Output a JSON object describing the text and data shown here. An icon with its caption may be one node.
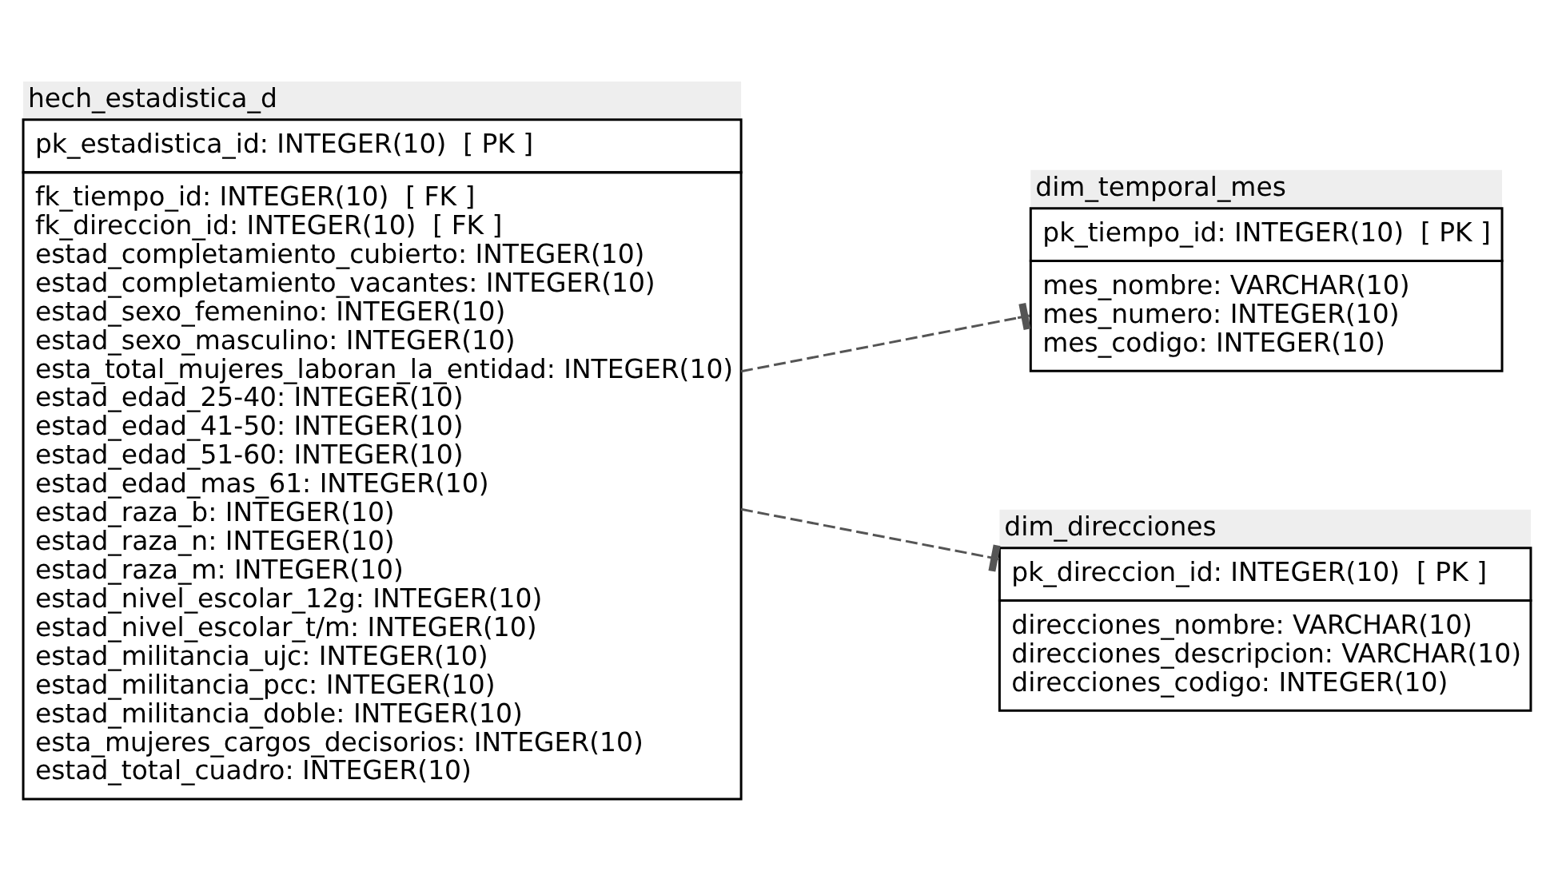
{
  "diagram": {
    "nodes": [
      {
        "text": [
          "hech_estadistica_d",
          "pk_estadistica_id: INTEGER(10)  [ PK ]",
          "fk_tiempo_id: INTEGER(10)  [ FK ]",
          "fk_direccion_id: INTEGER(10)  [ FK ]",
          "estad_completamiento_cubierto: INTEGER(10)",
          "estad_completamiento_vacantes: INTEGER(10)",
          "estad_sexo_femenino: INTEGER(10)",
          "estad_sexo_masculino: INTEGER(10)",
          "esta_total_mujeres_laboran_la_entidad: INTEGER(10)",
          "estad_edad_25-40: INTEGER(10)",
          "estad_edad_41-50: INTEGER(10)",
          "estad_edad_51-60: INTEGER(10)",
          "estad_edad_mas_61: INTEGER(10)",
          "estad_raza_b: INTEGER(10)",
          "estad_raza_n: INTEGER(10)",
          "estad_raza_m: INTEGER(10)",
          "estad_nivel_escolar_12g: INTEGER(10)",
          "estad_nivel_escolar_t/m: INTEGER(10)",
          "estad_militancia_ujc: INTEGER(10)",
          "estad_militancia_pcc: INTEGER(10)",
          "estad_militancia_doble: INTEGER(10)",
          "esta_mujeres_cargos_decisorios: INTEGER(10)",
          "estad_total_cuadro: INTEGER(10)"
        ]
      },
      {
        "text": [
          "dim_temporal_mes",
          "pk_tiempo_id: INTEGER(10)  [ PK ]",
          "mes_nombre: VARCHAR(10)",
          "mes_numero: INTEGER(10)",
          "mes_codigo: INTEGER(10)"
        ]
      },
      {
        "text": [
          "dim_direcciones",
          "pk_direccion_id: INTEGER(10)  [ PK ]",
          "direcciones_nombre: VARCHAR(10)",
          "direcciones_descripcion: VARCHAR(10)",
          "direcciones_codigo: INTEGER(10)"
        ]
      }
    ],
    "edges": [
      {
        "from": 0,
        "to": 1,
        "arrow": "other",
        "style": "dashed"
      },
      {
        "from": 0,
        "to": 2,
        "arrow": "other",
        "style": "dashed"
      }
    ]
  }
}
